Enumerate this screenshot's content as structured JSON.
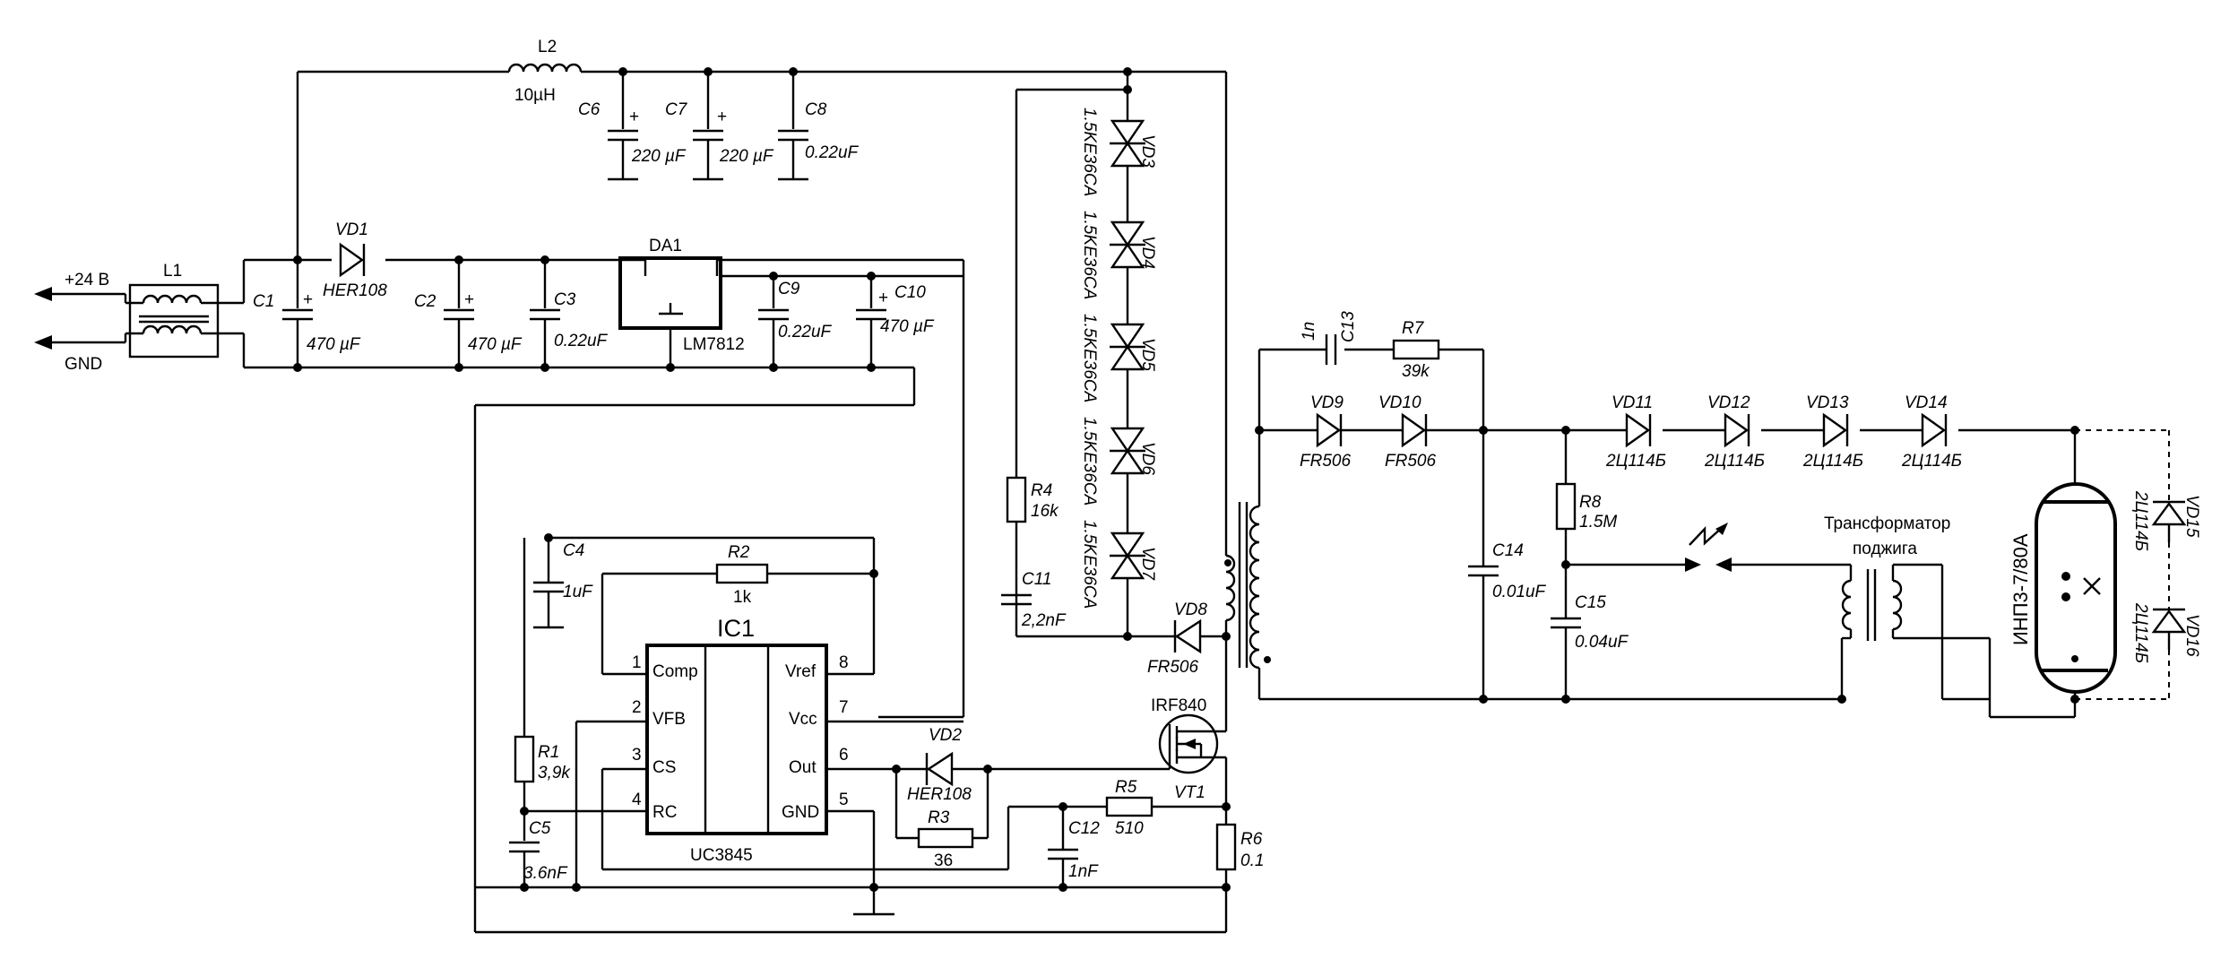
{
  "terminals": {
    "plus24": "+24 В",
    "gnd": "GND"
  },
  "components": {
    "L1": "L1",
    "L2": {
      "ref": "L2",
      "value": "10µH"
    },
    "C1": {
      "ref": "C1",
      "value": "470 µF"
    },
    "C2": {
      "ref": "C2",
      "value": "470 µF"
    },
    "C3": {
      "ref": "C3",
      "value": "0.22uF"
    },
    "C4": {
      "ref": "C4",
      "value": "1uF"
    },
    "C5": {
      "ref": "C5",
      "value": "3.6nF"
    },
    "C6": {
      "ref": "C6",
      "value": "220 µF"
    },
    "C7": {
      "ref": "C7",
      "value": "220 µF"
    },
    "C8": {
      "ref": "C8",
      "value": "0.22uF"
    },
    "C9": {
      "ref": "C9",
      "value": "0.22uF"
    },
    "C10": {
      "ref": "C10",
      "value": "470 µF"
    },
    "C11": {
      "ref": "C11",
      "value": "2,2nF"
    },
    "C12": {
      "ref": "C12",
      "value": "1nF"
    },
    "C13": {
      "ref": "C13",
      "value": "1n"
    },
    "C14": {
      "ref": "C14",
      "value": "0.01uF"
    },
    "C15": {
      "ref": "C15",
      "value": "0.04uF"
    },
    "R1": {
      "ref": "R1",
      "value": "3,9k"
    },
    "R2": {
      "ref": "R2",
      "value": "1k"
    },
    "R3": {
      "ref": "R3",
      "value": "36"
    },
    "R4": {
      "ref": "R4",
      "value": "16k"
    },
    "R5": {
      "ref": "R5",
      "value": "510"
    },
    "R6": {
      "ref": "R6",
      "value": "0.1"
    },
    "R7": {
      "ref": "R7",
      "value": "39k"
    },
    "R8": {
      "ref": "R8",
      "value": "1.5M"
    },
    "VD1": {
      "ref": "VD1",
      "value": "HER108"
    },
    "VD2": {
      "ref": "VD2",
      "value": "HER108"
    },
    "VD3": {
      "ref": "VD3",
      "value": "1.5KE36CA"
    },
    "VD4": {
      "ref": "VD4",
      "value": "1.5KE36CA"
    },
    "VD5": {
      "ref": "VD5",
      "value": "1.5KE36CA"
    },
    "VD6": {
      "ref": "VD6",
      "value": "1.5KE36CA"
    },
    "VD7": {
      "ref": "VD7",
      "value": "1.5KE36CA"
    },
    "VD8": {
      "ref": "VD8",
      "value": "FR506"
    },
    "VD9": {
      "ref": "VD9",
      "value": "FR506"
    },
    "VD10": {
      "ref": "VD10",
      "value": "FR506"
    },
    "VD11": {
      "ref": "VD11",
      "value": "2Ц114Б"
    },
    "VD12": {
      "ref": "VD12",
      "value": "2Ц114Б"
    },
    "VD13": {
      "ref": "VD13",
      "value": "2Ц114Б"
    },
    "VD14": {
      "ref": "VD14",
      "value": "2Ц114Б"
    },
    "VD15": {
      "ref": "VD15",
      "value": "2Ц114Б"
    },
    "VD16": {
      "ref": "VD16",
      "value": "2Ц114Б"
    },
    "DA1": {
      "ref": "DA1",
      "value": "LM7812"
    },
    "VT1": {
      "ref": "VT1",
      "value": "IRF840"
    },
    "IC1": {
      "ref": "IC1",
      "value": "UC3845"
    },
    "lamp": "ИНП3-7/80А",
    "trans": {
      "line1": "Трансформатор",
      "line2": "поджига"
    }
  },
  "ic_pins": {
    "p1": {
      "num": "1",
      "name": "Comp"
    },
    "p2": {
      "num": "2",
      "name": "VFB"
    },
    "p3": {
      "num": "3",
      "name": "CS"
    },
    "p4": {
      "num": "4",
      "name": "RC"
    },
    "p5": {
      "num": "5",
      "name": "GND"
    },
    "p6": {
      "num": "6",
      "name": "Out"
    },
    "p7": {
      "num": "7",
      "name": "Vcc"
    },
    "p8": {
      "num": "8",
      "name": "Vref"
    }
  },
  "polarity": "+"
}
